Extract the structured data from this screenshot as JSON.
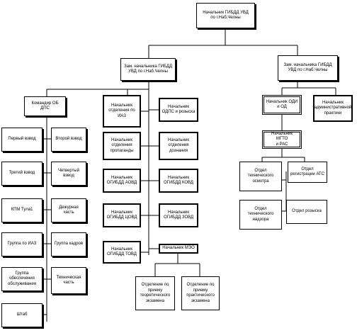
{
  "chart": {
    "top": "Начальник ГИБДД УВД\nпо г.Наб.Челны",
    "deputy_left": "Зам. начальника ГИБДД\nУВД по г.Наб.Челны",
    "deputy_right": "Зам. начальника ГИБДД\nУВД по г.Наб.Челны",
    "commander": "Командир ОБ\nДПС",
    "col1": [
      "Первый взвод",
      "Третий взвод",
      "КПМ Тула1",
      "Группа по ИАЗ",
      "Группа\nобеспечения\nобслуживания",
      "Штаб"
    ],
    "col2": [
      "Второй взвод",
      "Четвертый взвод",
      "Дежурная часть",
      "Группа кадров",
      "Техническая\nчасть"
    ],
    "col3": [
      "Начальник\nотделения по\nИАЗ",
      "Начальник\nотделения\nпропаганды",
      "Начальник\nОГИБДД АОВД",
      "Начальник\nОГИБДД ЦОВД",
      "Начальник\nОГИБДД ТОВД"
    ],
    "col4": [
      "Начальник\nОДПС и розыска",
      "Начальник\nотделения\nдознания",
      "Начальник\nОГИБДД КОВД",
      "Начальник\nОГИБДД ЗОВД",
      "Начальник МЭО"
    ],
    "exam_theory": "Отделение по\nприему\nтеоретического\nэкзамена",
    "exam_practice": "Отделение по\nприему\nпрактического\nэкзамена",
    "odi": "Начальник ОДИ\nи ОД",
    "admin": "Начальник\nадминистративной\nпрактики",
    "mgto": "Начальник МГТО\nи РАС",
    "tech_inspection": "Отдел\nтехнического\nосмотра",
    "ats": "Отдел\nрегистрации АТС",
    "tech_supervision": "Отдел\nтехнического\nнадзора",
    "search_dept": "Отдел розыска"
  }
}
